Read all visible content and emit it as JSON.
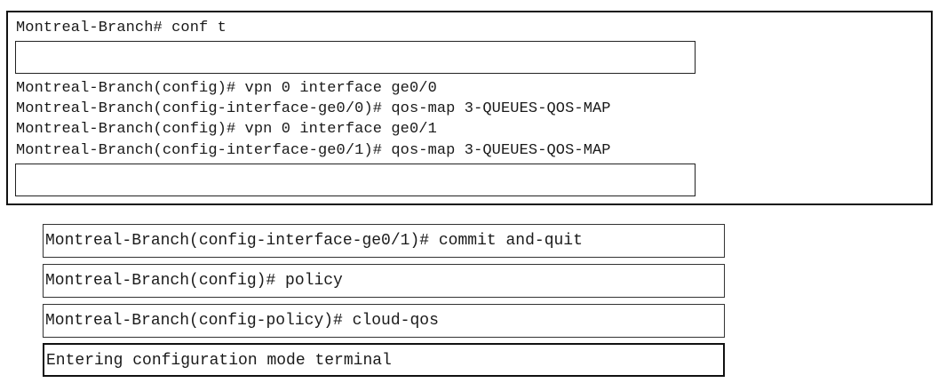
{
  "terminal": {
    "lines": [
      "Montreal-Branch# conf t",
      "Montreal-Branch(config)# vpn 0 interface ge0/0",
      "Montreal-Branch(config-interface-ge0/0)# qos-map 3-QUEUES-QOS-MAP",
      "Montreal-Branch(config)# vpn 0 interface ge0/1",
      "Montreal-Branch(config-interface-ge0/1)# qos-map 3-QUEUES-QOS-MAP"
    ],
    "slots": [
      "",
      ""
    ]
  },
  "options": [
    "Montreal-Branch(config-interface-ge0/1)# commit and-quit",
    "Montreal-Branch(config)# policy",
    "Montreal-Branch(config-policy)# cloud-qos",
    "Entering configuration mode terminal"
  ]
}
